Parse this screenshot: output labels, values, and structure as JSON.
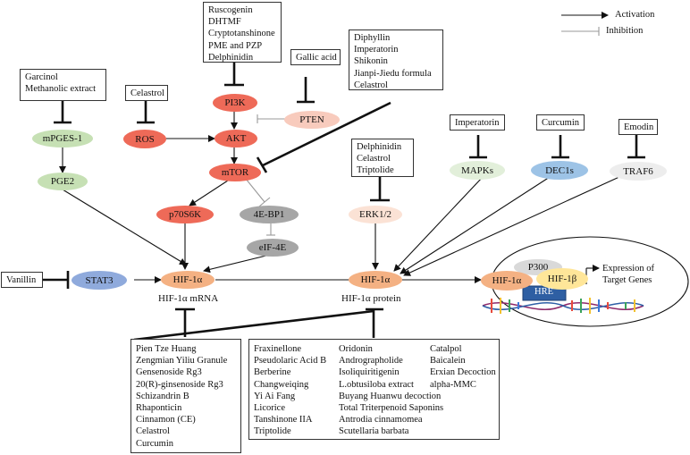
{
  "legend": {
    "activation": "Activation",
    "inhibition": "Inhibition"
  },
  "nodes": {
    "mpges1": "mPGES-1",
    "pge2": "PGE2",
    "ros": "ROS",
    "pi3k": "PI3K",
    "pten": "PTEN",
    "akt": "AKT",
    "mtor": "mTOR",
    "p70s6k": "p70S6K",
    "ebp1": "4E-BP1",
    "eif4e": "eIF-4E",
    "stat3": "STAT3",
    "hif_mrna_node": "HIF-1α",
    "hif_protein_node": "HIF-1α",
    "erk12": "ERK1/2",
    "mapks": "MAPKs",
    "dec1s": "DEC1s",
    "traf6": "TRAF6",
    "hif1a_complex": "HIF-1α",
    "hif1b": "HIF-1β",
    "p300": "P300",
    "hre": "HRE"
  },
  "labels": {
    "hif_mrna": "HIF-1α mRNA",
    "hif_protein": "HIF-1α protein",
    "expression": [
      "Expression of",
      "Target Genes"
    ]
  },
  "inhibitors": {
    "garcinol": [
      "Garcinol",
      "Methanolic extract"
    ],
    "celastrol_ros": [
      "Celastrol"
    ],
    "pi3k_box": [
      "Ruscogenin",
      "DHTMF",
      "Cryptotanshinone",
      "PME and PZP",
      "Delphinidin"
    ],
    "gallic": [
      "Gallic acid"
    ],
    "mtor_box": [
      "Diphyllin",
      "Imperatorin",
      "Shikonin",
      "Jianpi-Jiedu formula",
      "Celastrol"
    ],
    "erk_box": [
      "Delphinidin",
      "Celastrol",
      "Triptolide"
    ],
    "imperatorin": [
      "Imperatorin"
    ],
    "curcumin": [
      "Curcumin"
    ],
    "emodin": [
      "Emodin"
    ],
    "vanillin": [
      "Vanillin"
    ],
    "mrna_box": [
      "Pien Tze Huang",
      "Zengmian Yiliu Granule",
      "Gensenoside Rg3",
      "20(R)-ginsenoside Rg3",
      "Schizandrin B",
      "Rhaponticin",
      "Cinnamon (CE)",
      "Celastrol",
      "Curcumin"
    ],
    "protein_col1": [
      "Fraxinellone",
      "Pseudolaric Acid B",
      "Berberine",
      "Changweiqing",
      "Yi Ai Fang",
      " Licorice",
      "Tanshinone IIA",
      " Triptolide"
    ],
    "protein_col2": [
      "Oridonin",
      "Andrographolide",
      "Isoliquiritigenin",
      "L.obtusiloba extract",
      "Buyang Huanwu decoction",
      "Total Triterpenoid Saponins",
      "Antrodia cinnamomea",
      "Scutellaria barbata"
    ],
    "protein_col3": [
      "Catalpol",
      "Baicalein",
      "Erxian Decoction",
      "alpha-MMC"
    ]
  },
  "colors": {
    "green": "#c6e0b4",
    "red": "#ee6a58",
    "salmon": "#f4b9a9",
    "gray": "#a6a6a6",
    "orange": "#f4b183",
    "blue": "#8faadc",
    "light_green": "#e2efda",
    "light_blue": "#9dc3e6",
    "light_gray": "#ededed",
    "yellow": "#ffe699"
  }
}
